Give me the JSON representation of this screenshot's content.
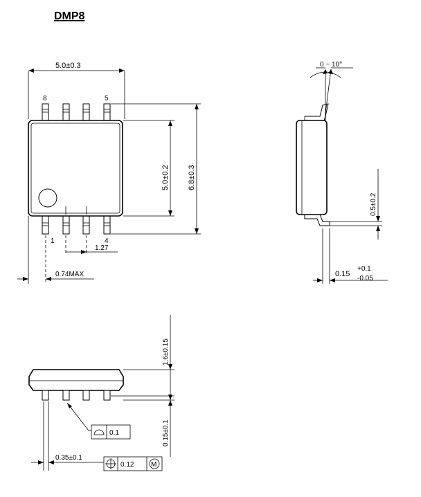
{
  "title": "DMP8",
  "top_view": {
    "width_dim": "5.0±0.3",
    "body_dim": "5.0±0.2",
    "total_dim": "6.8±0.3",
    "pin_8": "8",
    "pin_5": "5",
    "pin_1": "1",
    "pin_4": "4",
    "pitch_dim": "1.27",
    "max_dim": "0.74MAX"
  },
  "side_view": {
    "angle_dim": "0 ~ 10°",
    "lead_dim": "0.5±0.2",
    "thickness_nominal": "0.15",
    "thickness_plus": "+0.1",
    "thickness_minus": "-0.05"
  },
  "front_view": {
    "height_dim": "1.6±0.15",
    "standoff_dim": "0.15±0.1",
    "lead_width_dim": "0.35±0.1",
    "flatness_value": "0.1",
    "position_value": "0.12",
    "modifier_m": "M"
  }
}
